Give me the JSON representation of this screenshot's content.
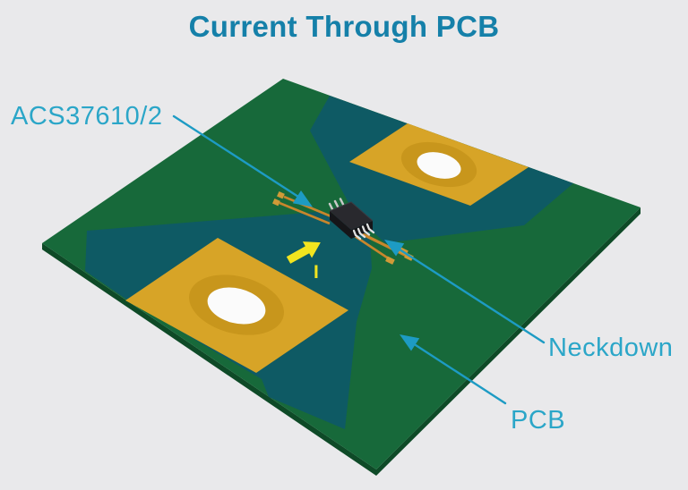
{
  "title": "Current Through PCB",
  "labels": {
    "component": "ACS37610/2",
    "neckdown": "Neckdown",
    "pcb": "PCB",
    "current_symbol": "I"
  },
  "colors": {
    "background": "#e9e9eb",
    "title_text": "#1580a9",
    "label_text": "#2ba6c8",
    "leader_line": "#1d9bc4",
    "board_green": "#17693a",
    "board_edge_green": "#0e4a27",
    "copper_region_teal": "#0e5a64",
    "pad_gold": "#d7a427",
    "via_ring_gold": "#c8961c",
    "via_hole_white": "#fbfbfb",
    "chip_black": "#29292e",
    "chip_side_black": "#161619",
    "chip_pin_silver": "#d8d8d8",
    "trace_copper": "#c8862c",
    "trace_pad_copper": "#d09a37",
    "current_arrow_yellow": "#f2e41f"
  }
}
